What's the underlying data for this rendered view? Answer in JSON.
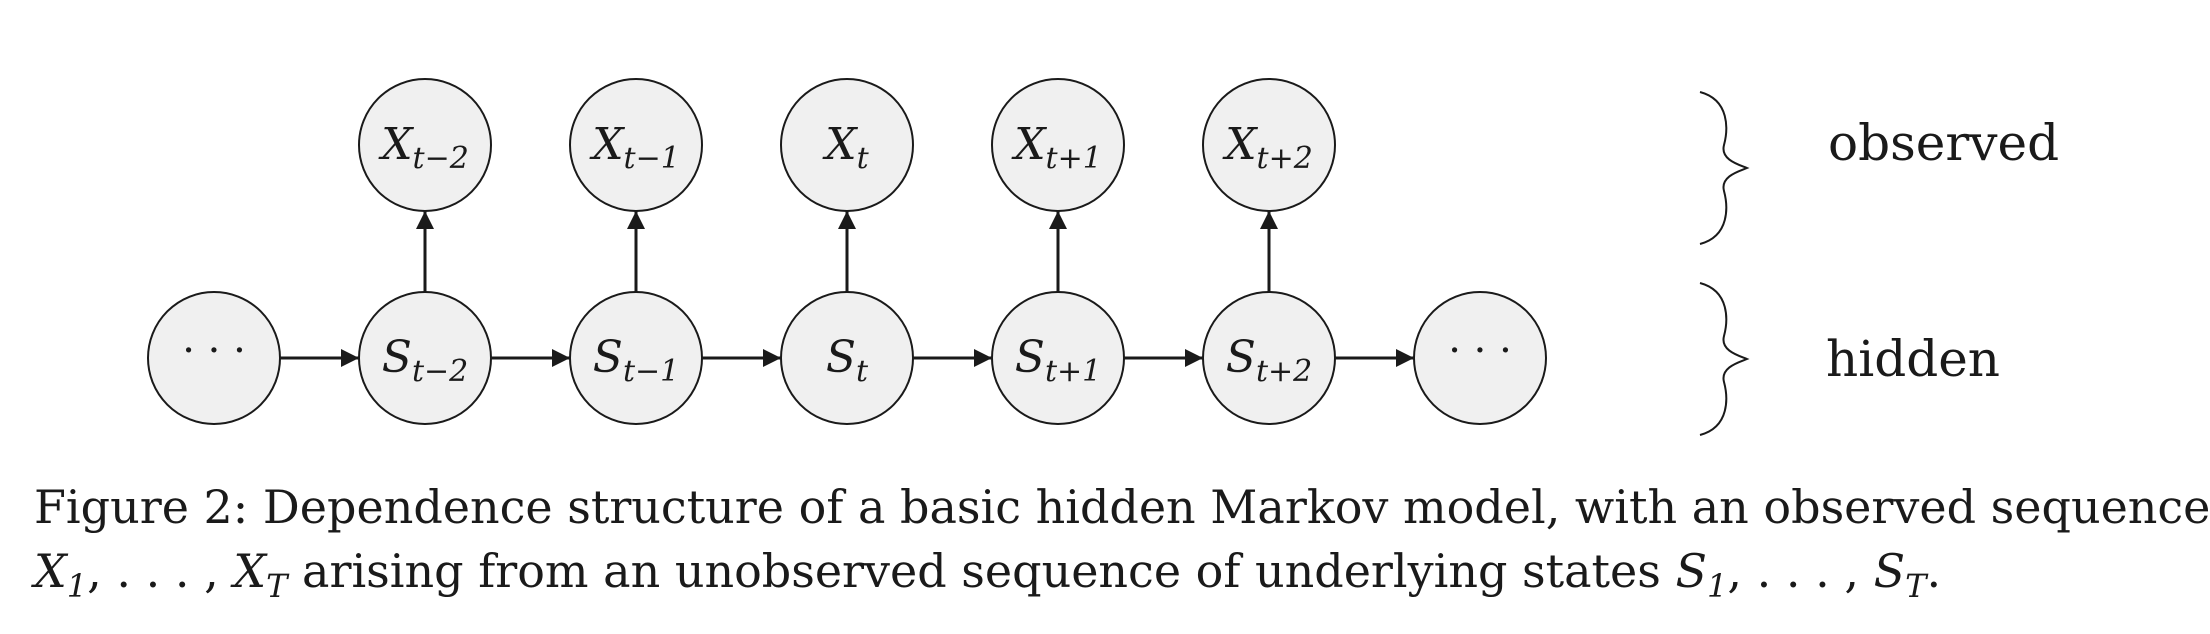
{
  "diagram": {
    "observed_nodes": [
      {
        "var": "X",
        "sub": "t−2"
      },
      {
        "var": "X",
        "sub": "t−1"
      },
      {
        "var": "X",
        "sub": "t"
      },
      {
        "var": "X",
        "sub": "t+1"
      },
      {
        "var": "X",
        "sub": "t+2"
      }
    ],
    "hidden_nodes": [
      {
        "var": "",
        "sub": "",
        "text": "· · ·"
      },
      {
        "var": "S",
        "sub": "t−2"
      },
      {
        "var": "S",
        "sub": "t−1"
      },
      {
        "var": "S",
        "sub": "t"
      },
      {
        "var": "S",
        "sub": "t+1"
      },
      {
        "var": "S",
        "sub": "t+2"
      },
      {
        "var": "",
        "sub": "",
        "text": "· · ·"
      }
    ],
    "group_labels": {
      "observed": "observed",
      "hidden": "hidden"
    },
    "colors": {
      "node_fill": "#f0f0f0",
      "stroke": "#1a1a1a"
    }
  },
  "caption": {
    "line1": "Figure 2: Dependence structure of a basic hidden Markov model, with an observed sequence",
    "line2_x1": "X",
    "line2_x1_sub": "1",
    "line2_sep1": ", . . . , ",
    "line2_xT": "X",
    "line2_xT_sub": "T",
    "line2_mid": " arising from an unobserved sequence of underlying states ",
    "line2_s1": "S",
    "line2_s1_sub": "1",
    "line2_sep2": ", . . . , ",
    "line2_sT": "S",
    "line2_sT_sub": "T",
    "line2_end": "."
  }
}
